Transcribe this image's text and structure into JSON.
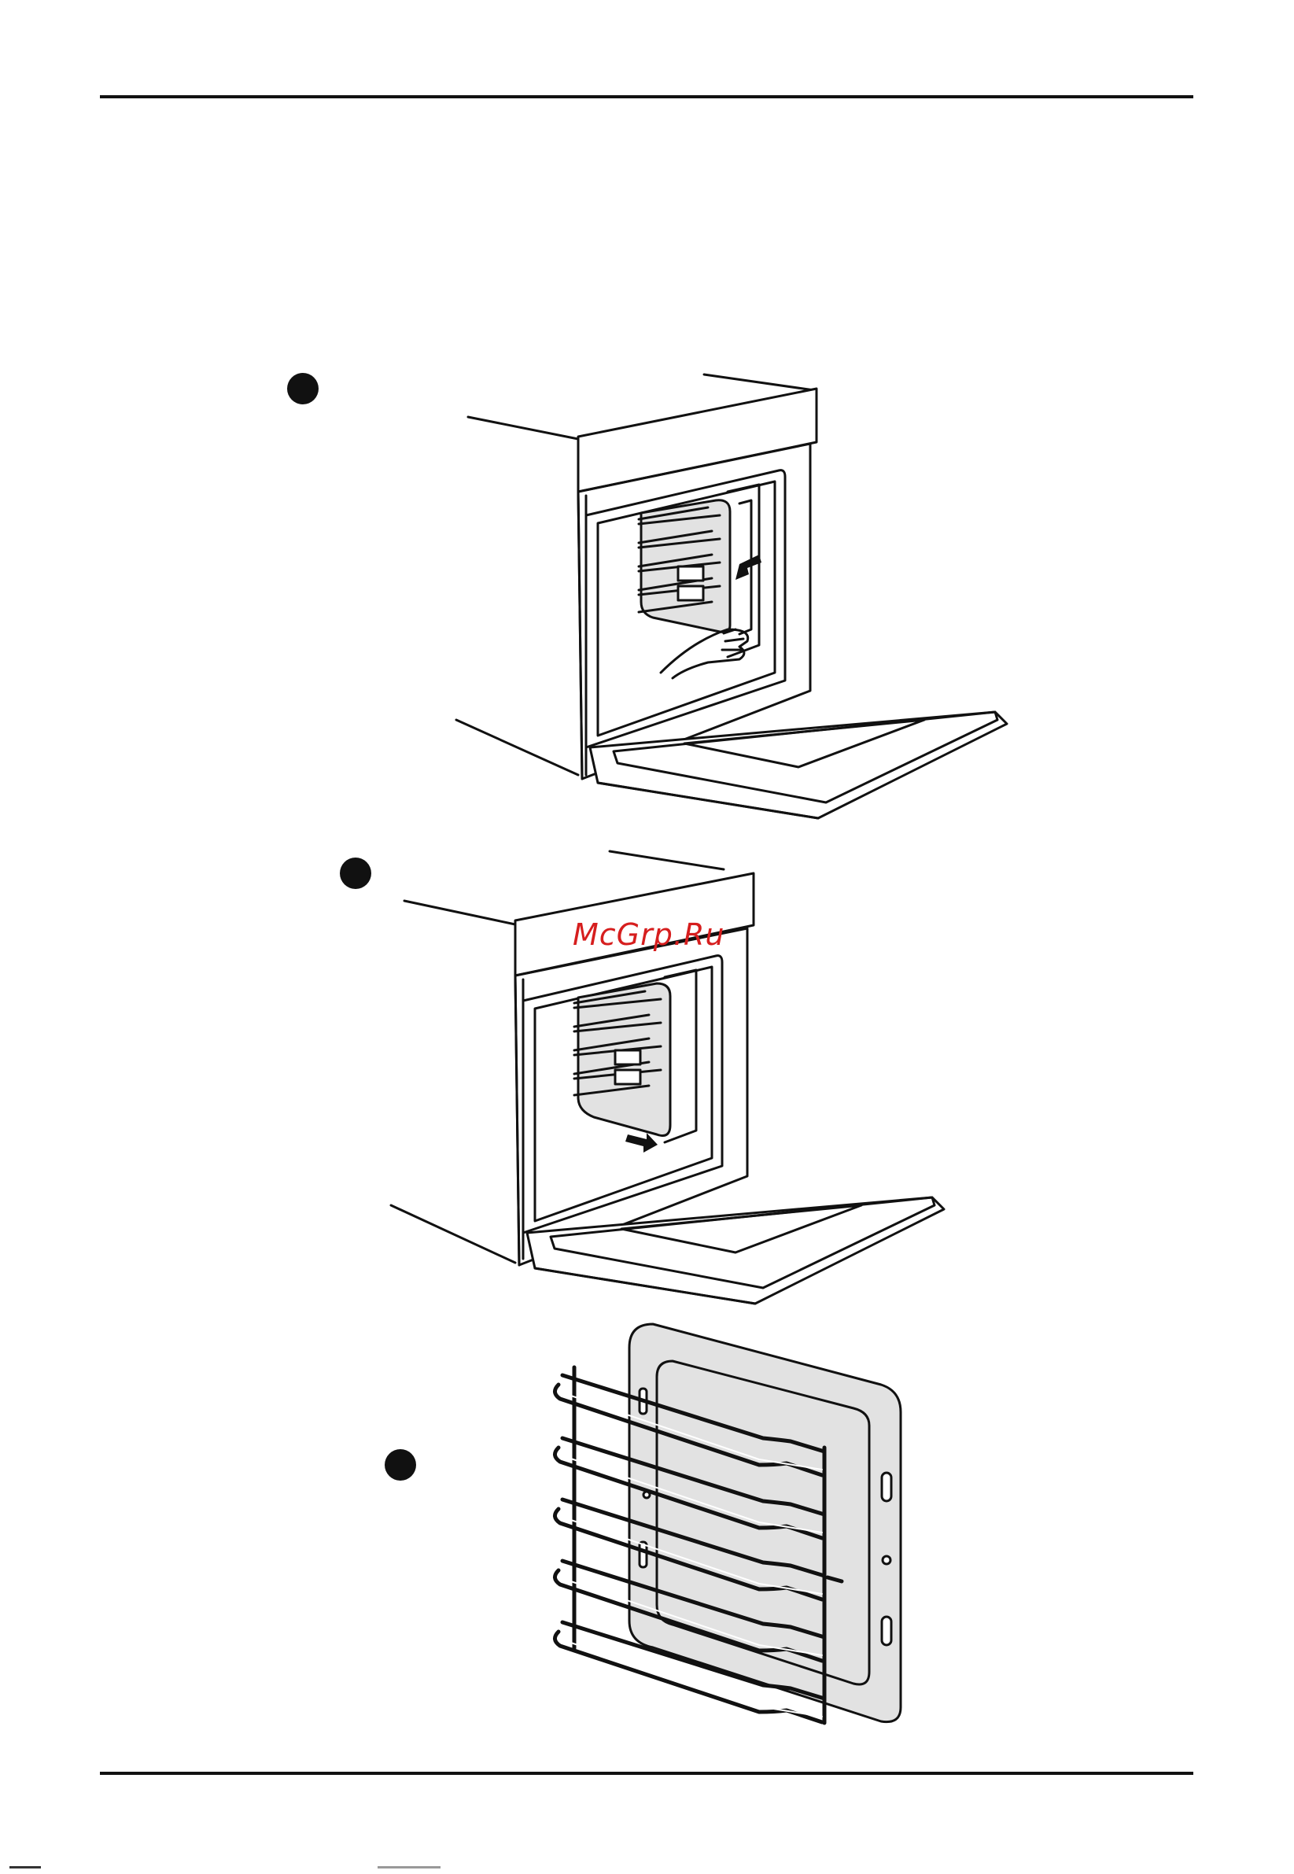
{
  "watermark": {
    "text": "McGrp.Ru"
  },
  "colors": {
    "ink": "#111111",
    "shade": "#e2e2e2",
    "watermark": "#d61e1e"
  },
  "steps": [
    {
      "bullet": "filled-circle",
      "illustration": "oven-remove-side-rack-step-1"
    },
    {
      "bullet": "filled-circle",
      "illustration": "oven-remove-side-rack-step-2"
    },
    {
      "bullet": "filled-circle",
      "illustration": "side-rack-with-catalytic-panel-detail"
    }
  ]
}
